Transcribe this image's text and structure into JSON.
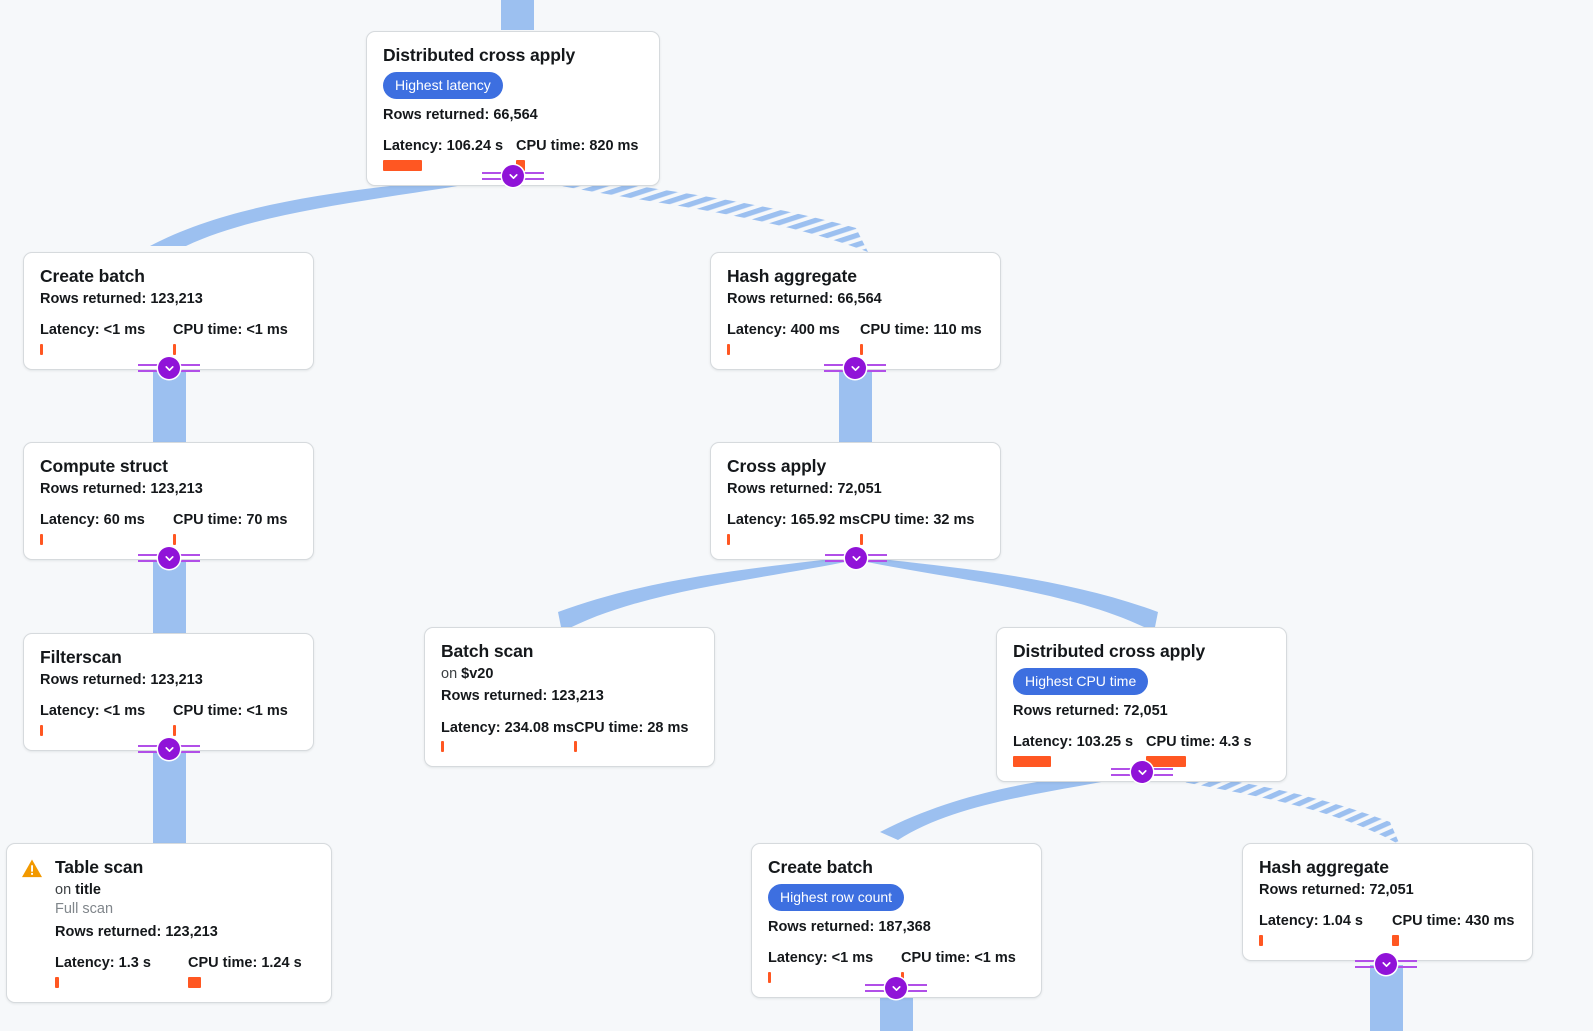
{
  "theme": {
    "background": "#f6f8fa",
    "card_bg": "#ffffff",
    "card_border": "#d6dadd",
    "badge_bg": "#3d6fe0",
    "badge_text": "#ffffff",
    "metric_bar": "#ff5722",
    "edge_color": "#9cc0f0",
    "toggle_color": "#9013d8",
    "rail_color": "#b14fe8",
    "warning_color": "#f29900",
    "muted_text": "#80868b"
  },
  "labels": {
    "rows_prefix": "Rows returned:",
    "latency_prefix": "Latency:",
    "cpu_prefix": "CPU time:",
    "on_prefix": "on"
  },
  "nodes": [
    {
      "id": "distributed-cross-apply-root",
      "title": "Distributed cross apply",
      "badge": "Highest latency",
      "rows": "Rows returned: 66,564",
      "latency": "Latency: 106.24 s",
      "cpu": "CPU time: 820 ms",
      "latency_bar_w": 39,
      "cpu_bar_w": 9,
      "warning": false
    },
    {
      "id": "create-batch-left",
      "title": "Create batch",
      "badge": null,
      "rows": "Rows returned: 123,213",
      "latency": "Latency: <1 ms",
      "cpu": "CPU time: <1 ms",
      "latency_bar_w": 3,
      "cpu_bar_w": 3,
      "warning": false
    },
    {
      "id": "hash-aggregate-upper",
      "title": "Hash aggregate",
      "badge": null,
      "rows": "Rows returned: 66,564",
      "latency": "Latency: 400 ms",
      "cpu": "CPU time: 110 ms",
      "latency_bar_w": 3,
      "cpu_bar_w": 3,
      "warning": false
    },
    {
      "id": "compute-struct",
      "title": "Compute struct",
      "badge": null,
      "rows": "Rows returned: 123,213",
      "latency": "Latency: 60 ms",
      "cpu": "CPU time: 70 ms",
      "latency_bar_w": 3,
      "cpu_bar_w": 3,
      "warning": false
    },
    {
      "id": "cross-apply",
      "title": "Cross apply",
      "badge": null,
      "rows": "Rows returned: 72,051",
      "latency": "Latency: 165.92 ms",
      "cpu": "CPU time: 32 ms",
      "latency_bar_w": 3,
      "cpu_bar_w": 3,
      "warning": false
    },
    {
      "id": "filterscan",
      "title": "Filterscan",
      "badge": null,
      "rows": "Rows returned: 123,213",
      "latency": "Latency: <1 ms",
      "cpu": "CPU time: <1 ms",
      "latency_bar_w": 3,
      "cpu_bar_w": 3,
      "warning": false
    },
    {
      "id": "batch-scan",
      "title": "Batch scan",
      "subject": "on $v20",
      "subject_target": "$v20",
      "badge": null,
      "rows": "Rows returned: 123,213",
      "latency": "Latency: 234.08 ms",
      "cpu": "CPU time: 28 ms",
      "latency_bar_w": 3,
      "cpu_bar_w": 3,
      "warning": false
    },
    {
      "id": "distributed-cross-apply-cpu",
      "title": "Distributed cross apply",
      "badge": "Highest CPU time",
      "rows": "Rows returned: 72,051",
      "latency": "Latency: 103.25 s",
      "cpu": "CPU time: 4.3 s",
      "latency_bar_w": 38,
      "cpu_bar_w": 40,
      "warning": false
    },
    {
      "id": "table-scan",
      "title": "Table scan",
      "subject": "on title",
      "subject_target": "title",
      "scan_type": "Full scan",
      "badge": null,
      "rows": "Rows returned: 123,213",
      "latency": "Latency: 1.3 s",
      "cpu": "CPU time: 1.24 s",
      "latency_bar_w": 4,
      "cpu_bar_w": 13,
      "warning": true
    },
    {
      "id": "create-batch-bottom",
      "title": "Create batch",
      "badge": "Highest row count",
      "rows": "Rows returned: 187,368",
      "latency": "Latency: <1 ms",
      "cpu": "CPU time: <1 ms",
      "latency_bar_w": 3,
      "cpu_bar_w": 3,
      "warning": false
    },
    {
      "id": "hash-aggregate-lower",
      "title": "Hash aggregate",
      "badge": null,
      "rows": "Rows returned: 72,051",
      "latency": "Latency: 1.04 s",
      "cpu": "CPU time: 430 ms",
      "latency_bar_w": 4,
      "cpu_bar_w": 7,
      "warning": false
    }
  ],
  "toggles": [
    {
      "id": "toggle-root",
      "icon": "chevron-down-icon"
    },
    {
      "id": "toggle-create-batch-left",
      "icon": "chevron-down-icon"
    },
    {
      "id": "toggle-hash-aggregate-upper",
      "icon": "chevron-down-icon"
    },
    {
      "id": "toggle-compute-struct",
      "icon": "chevron-down-icon"
    },
    {
      "id": "toggle-cross-apply",
      "icon": "chevron-down-icon"
    },
    {
      "id": "toggle-filterscan",
      "icon": "chevron-down-icon"
    },
    {
      "id": "toggle-distributed-cpu",
      "icon": "chevron-down-icon"
    },
    {
      "id": "toggle-create-batch-bottom",
      "icon": "chevron-down-icon"
    },
    {
      "id": "toggle-hash-aggregate-lower",
      "icon": "chevron-down-icon"
    }
  ]
}
